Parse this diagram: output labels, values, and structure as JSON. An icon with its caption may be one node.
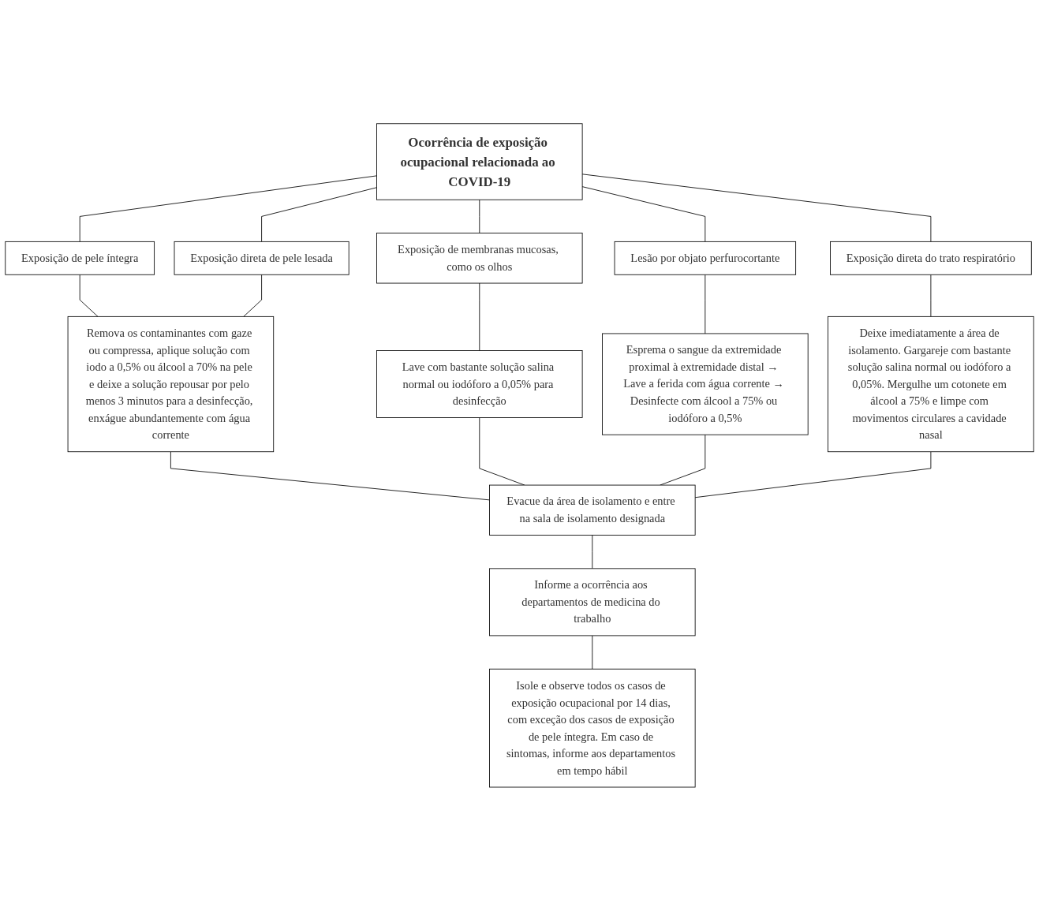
{
  "diagram": {
    "nodes": [
      {
        "text": [
          "Ocorrência de exposição ocupacional relacionada ao COVID-19"
        ]
      },
      {
        "text": [
          "Exposição de pele íntegra"
        ]
      },
      {
        "text": [
          "Exposição direta de pele lesada"
        ]
      },
      {
        "text": [
          "Exposição de membranas mucosas, como os olhos"
        ]
      },
      {
        "text": [
          "Lesão por objato perfurocortante"
        ]
      },
      {
        "text": [
          "Exposição direta do trato respiratório"
        ]
      },
      {
        "text": [
          "Remova os contaminantes com gaze ou compressa, aplique solução com iodo a 0,5% ou álcool a 70% na pele e deixe a solução repousar por pelo menos 3 minutos para a desinfecção, enxágue abundantemente com água corrente"
        ]
      },
      {
        "text": [
          "Lave com bastante solução salina normal ou iodóforo a 0,05% para desinfecção"
        ]
      },
      {
        "text": [
          "Esprema o sangue da extremidade proximal à extremidade distal → Lave a ferida com água corrente → Desinfecte com álcool a 75% ou iodóforo a 0,5%"
        ]
      },
      {
        "text": [
          "Deixe imediatamente a área de isolamento. Gargareje com bastante solução salina normal ou iodóforo a 0,05%. Mergulhe um cotonete em álcool a 75% e limpe com movimentos circulares a cavidade nasal"
        ]
      },
      {
        "text": [
          "Evacue da área de isolamento e entre na sala de isolamento designada"
        ]
      },
      {
        "text": [
          "Informe a ocorrência aos departamentos de medicina do trabalho"
        ]
      },
      {
        "text": [
          "Isole e observe todos os casos de exposição ocupacional por 14 dias, com exceção dos casos de exposição de pele íntegra. Em caso de sintomas, informe aos departamentos em tempo hábil"
        ]
      }
    ],
    "edges": [
      {
        "from": 0,
        "to": 1,
        "arrow": "none"
      },
      {
        "from": 0,
        "to": 2,
        "arrow": "none"
      },
      {
        "from": 0,
        "to": 3,
        "arrow": "none"
      },
      {
        "from": 0,
        "to": 4,
        "arrow": "none"
      },
      {
        "from": 0,
        "to": 5,
        "arrow": "none"
      },
      {
        "from": 1,
        "to": 6,
        "arrow": "none"
      },
      {
        "from": 2,
        "to": 6,
        "arrow": "none"
      },
      {
        "from": 3,
        "to": 7,
        "arrow": "none"
      },
      {
        "from": 4,
        "to": 8,
        "arrow": "none"
      },
      {
        "from": 5,
        "to": 9,
        "arrow": "none"
      },
      {
        "from": 6,
        "to": 10,
        "arrow": "none"
      },
      {
        "from": 7,
        "to": 10,
        "arrow": "none"
      },
      {
        "from": 8,
        "to": 10,
        "arrow": "none"
      },
      {
        "from": 9,
        "to": 10,
        "arrow": "none"
      },
      {
        "from": 10,
        "to": 11,
        "arrow": "none"
      },
      {
        "from": 11,
        "to": 12,
        "arrow": "none"
      }
    ]
  }
}
